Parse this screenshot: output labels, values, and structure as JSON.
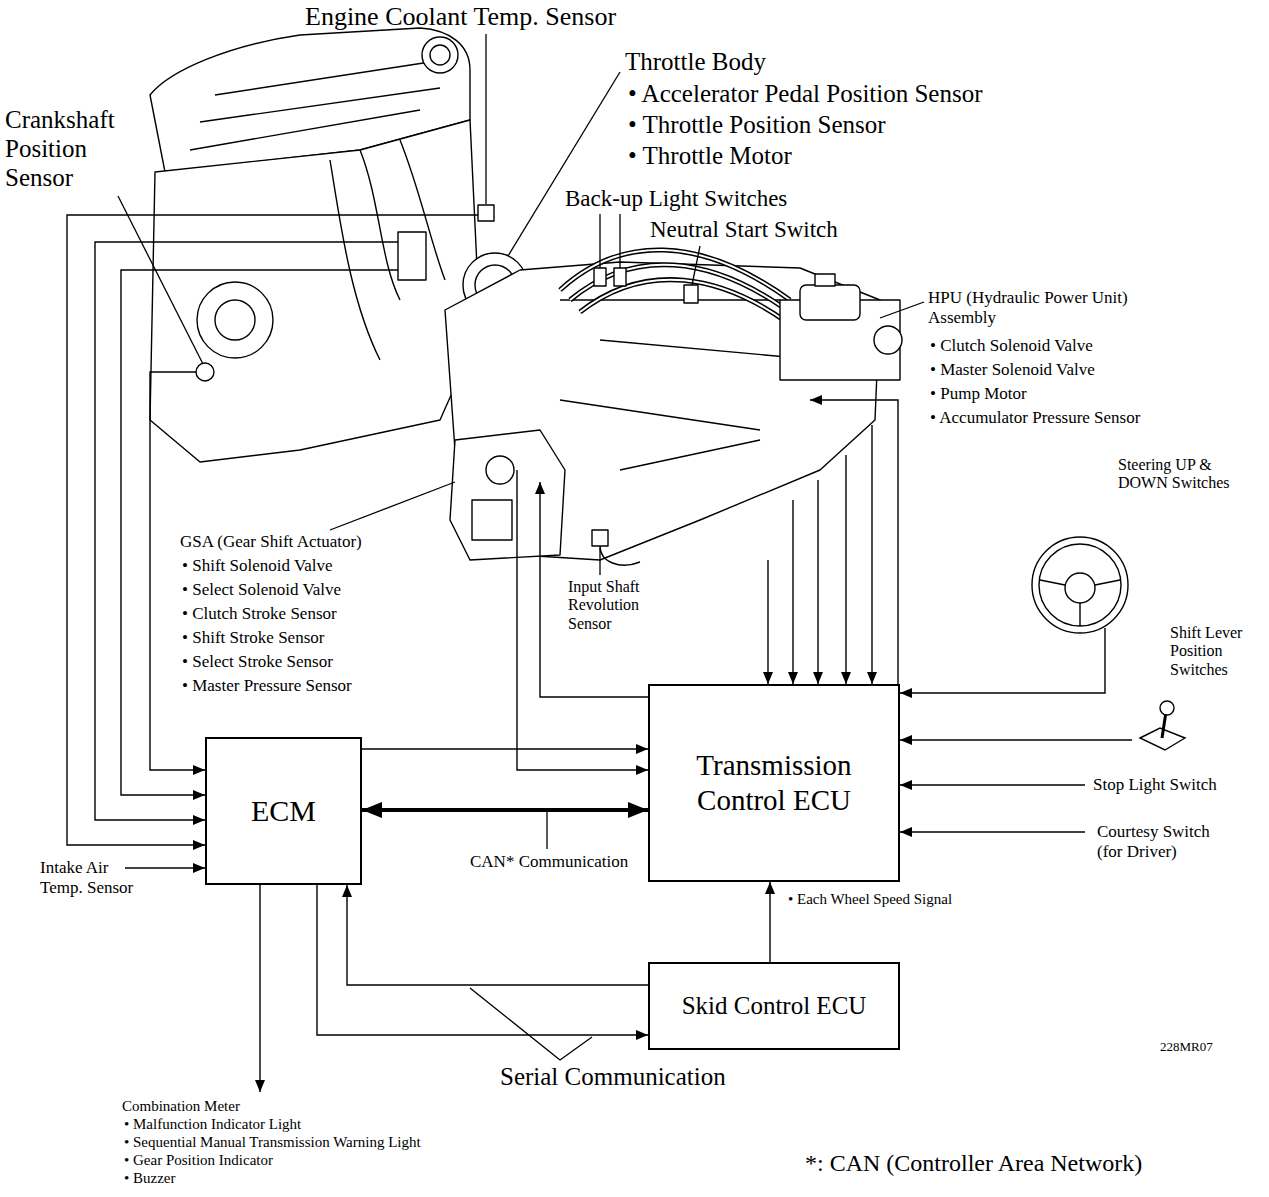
{
  "diagram": {
    "nodes": [
      {
        "text": [
          "ECM"
        ]
      },
      {
        "text": [
          "Transmission Control ECU"
        ]
      },
      {
        "text": [
          "Skid Control ECU"
        ]
      }
    ],
    "edges": [
      {
        "from": 0,
        "to": 1,
        "arrow": "to"
      },
      {
        "from": 0,
        "to": 1,
        "arrow": "both",
        "label": "CAN* Communication"
      },
      {
        "from": 2,
        "to": 1,
        "arrow": "to",
        "label": "• Each Wheel Speed Signal"
      },
      {
        "from": 0,
        "to": 2,
        "arrow": "to"
      },
      {
        "from": 2,
        "to": 0,
        "arrow": "to"
      }
    ],
    "labels": [
      "Engine Coolant Temp. Sensor",
      "Crankshaft Position Sensor",
      "Throttle Body",
      "• Accelerator Pedal Position Sensor",
      "• Throttle Position Sensor",
      "• Throttle Motor",
      "Back-up Light Switches",
      "Neutral Start Switch",
      "HPU (Hydraulic Power Unit) Assembly",
      "• Clutch Solenoid Valve",
      "• Master Solenoid Valve",
      "• Pump Motor",
      "• Accumulator Pressure Sensor",
      "Steering UP & DOWN Switches",
      "Shift Lever Position Switches",
      "GSA (Gear Shift Actuator)",
      "• Shift Solenoid Valve",
      "• Select Solenoid Valve",
      "• Clutch Stroke Sensor",
      "• Shift Stroke Sensor",
      "• Select Stroke Sensor",
      "• Master Pressure Sensor",
      "Input Shaft Revolution Sensor",
      "Stop Light Switch",
      "Courtesy Switch (for Driver)",
      "Intake Air Temp. Sensor",
      "228MR07",
      "Serial Communication",
      "Combination Meter",
      "• Malfunction Indicator Light",
      "• Sequential Manual Transmission Warning Light",
      "• Gear Position Indicator",
      "• Buzzer",
      "*: CAN (Controller Area Network)"
    ]
  }
}
